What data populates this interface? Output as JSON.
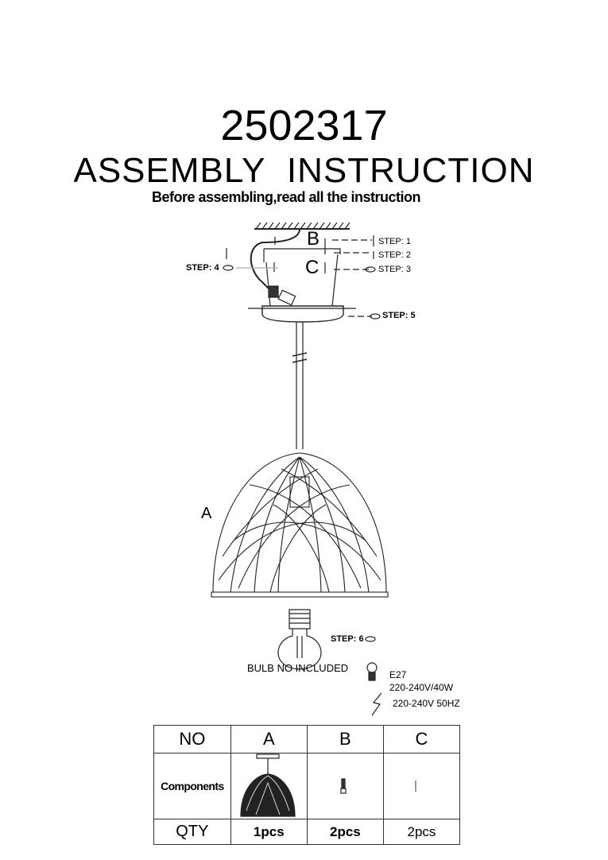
{
  "header": {
    "model": "2502317",
    "title": "ASSEMBLY  INSTRUCTION",
    "subtitle": "Before assembling,read all the instruction"
  },
  "diagram": {
    "part_labels": {
      "a": "A",
      "b": "B",
      "c": "C"
    },
    "steps": [
      "STEP: 1",
      "STEP: 2",
      "STEP: 3",
      "STEP: 4",
      "STEP: 5",
      "STEP: 6"
    ],
    "bulb_note": "BULB NO INCLUDED",
    "bulb_type": "E27",
    "bulb_rating": "220-240V/40W",
    "voltage": "220-240V 50HZ"
  },
  "table": {
    "headers": [
      "NO",
      "A",
      "B",
      "C"
    ],
    "components_label": "Components",
    "qty_label": "QTY",
    "qty": [
      "1pcs",
      "2pcs",
      "2pcs"
    ]
  }
}
